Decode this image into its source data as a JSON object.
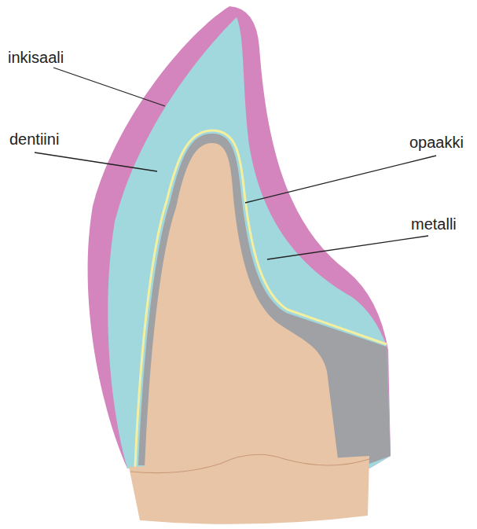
{
  "diagram": {
    "labels": [
      "inkisaali",
      "dentiini",
      "opaakki",
      "metalli"
    ]
  }
}
